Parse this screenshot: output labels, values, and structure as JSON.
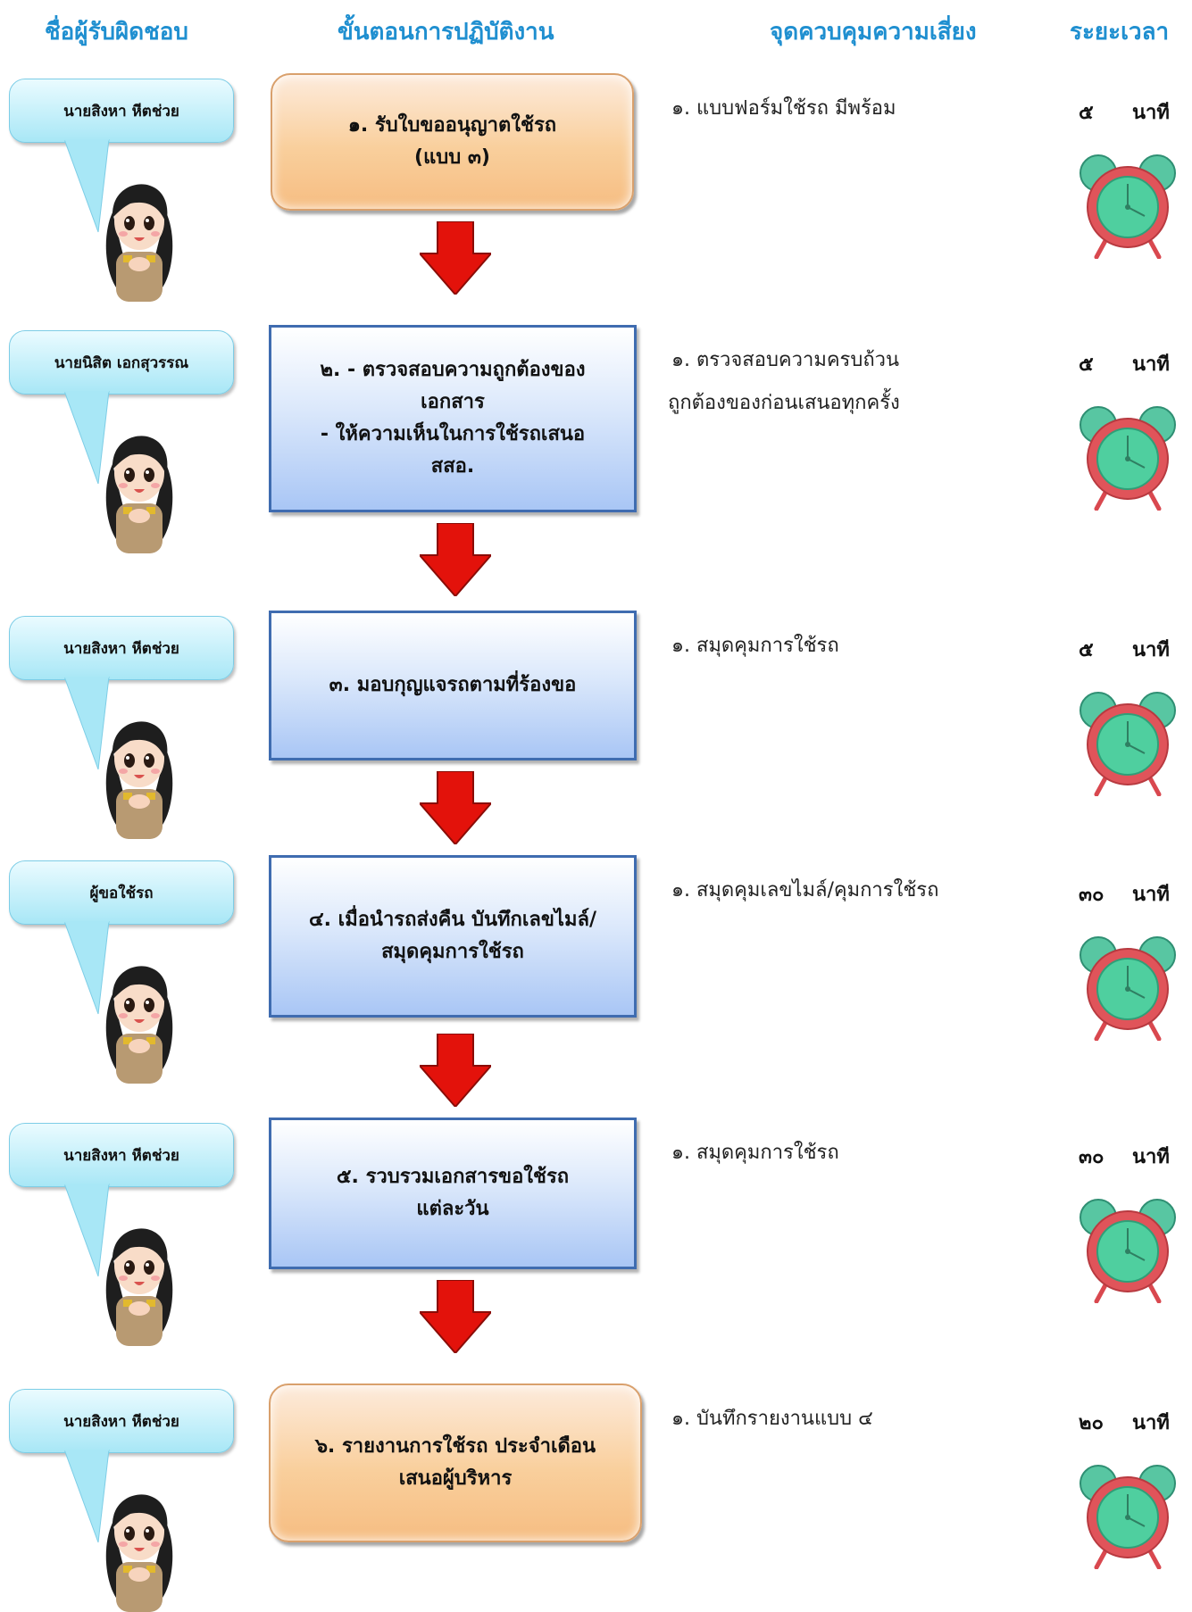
{
  "headers": {
    "person": "ชื่อผู้รับผิดชอบ",
    "step": "ขั้นตอนการปฏิบัติงาน",
    "risk": "จุดควบคุมความเสี่ยง",
    "time": "ระยะเวลา"
  },
  "colors": {
    "header": "#1f8fd0",
    "arrow": "#e3120b",
    "bubble": "#a8e7f6",
    "box_blue": "#a9c6f5",
    "box_orange": "#f9cf9c",
    "clock_face": "#4fcf9f",
    "clock_body": "#e0545a"
  },
  "steps": [
    {
      "person": "นายสิงหา หีตช่วย",
      "text": "๑. รับใบขออนุญาตใช้รถ\n(แบบ ๓)",
      "risk_line1": "๑. แบบฟอร์มใช้รถ มีพร้อม",
      "risk_line2": "",
      "time_value": "๕",
      "time_unit": "นาที"
    },
    {
      "person": "นายนิสิต เอกสุวรรณ",
      "text": "๒. - ตรวจสอบความถูกต้องของ\nเอกสาร\n- ให้ความเห็นในการใช้รถเสนอ\nสสอ.",
      "risk_line1": "๑. ตรวจสอบความครบถ้วน",
      "risk_line2": "ถูกต้องของก่อนเสนอทุกครั้ง",
      "time_value": "๕",
      "time_unit": "นาที"
    },
    {
      "person": "นายสิงหา หีตช่วย",
      "text": "๓. มอบกุญแจรถตามที่ร้องขอ",
      "risk_line1": "๑. สมุดคุมการใช้รถ",
      "risk_line2": "",
      "time_value": "๕",
      "time_unit": "นาที"
    },
    {
      "person": "ผู้ขอใช้รถ",
      "text": "๔. เมื่อนำรถส่งคืน บันทึกเลขไมล์/\nสมุดคุมการใช้รถ",
      "risk_line1": "๑. สมุดคุมเลขไมล์/คุมการใช้รถ",
      "risk_line2": "",
      "time_value": "๓๐",
      "time_unit": "นาที"
    },
    {
      "person": "นายสิงหา หีตช่วย",
      "text": "๕. รวบรวมเอกสารขอใช้รถ\nแต่ละวัน",
      "risk_line1": "๑. สมุดคุมการใช้รถ",
      "risk_line2": "",
      "time_value": "๓๐",
      "time_unit": "นาที"
    },
    {
      "person": "นายสิงหา หีตช่วย",
      "text": "๖. รายงานการใช้รถ ประจำเดือน\nเสนอผู้บริหาร",
      "risk_line1": "๑. บันทึกรายงานแบบ ๔",
      "risk_line2": "",
      "time_value": "๒๐",
      "time_unit": "นาที"
    }
  ]
}
